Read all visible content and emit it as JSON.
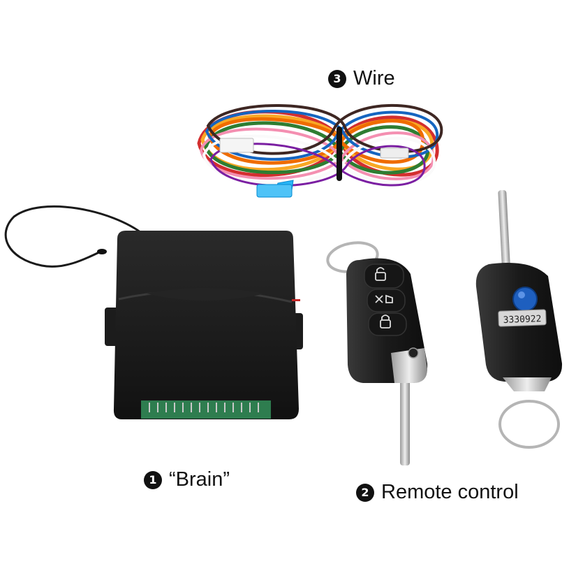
{
  "labels": {
    "wire": {
      "number": "3",
      "text": "Wire"
    },
    "brain": {
      "number": "1",
      "text": "“Brain”"
    },
    "remote": {
      "number": "2",
      "text": "Remote control"
    }
  },
  "remote_code": "3330922",
  "colors": {
    "background": "#ffffff",
    "module_body": "#1c1c1c",
    "connector_pins": "#2e7d4f",
    "button_blue": "#1e5fbf",
    "fuse_blue": "#4fc3f7",
    "chrome": "#c9c9c9"
  }
}
